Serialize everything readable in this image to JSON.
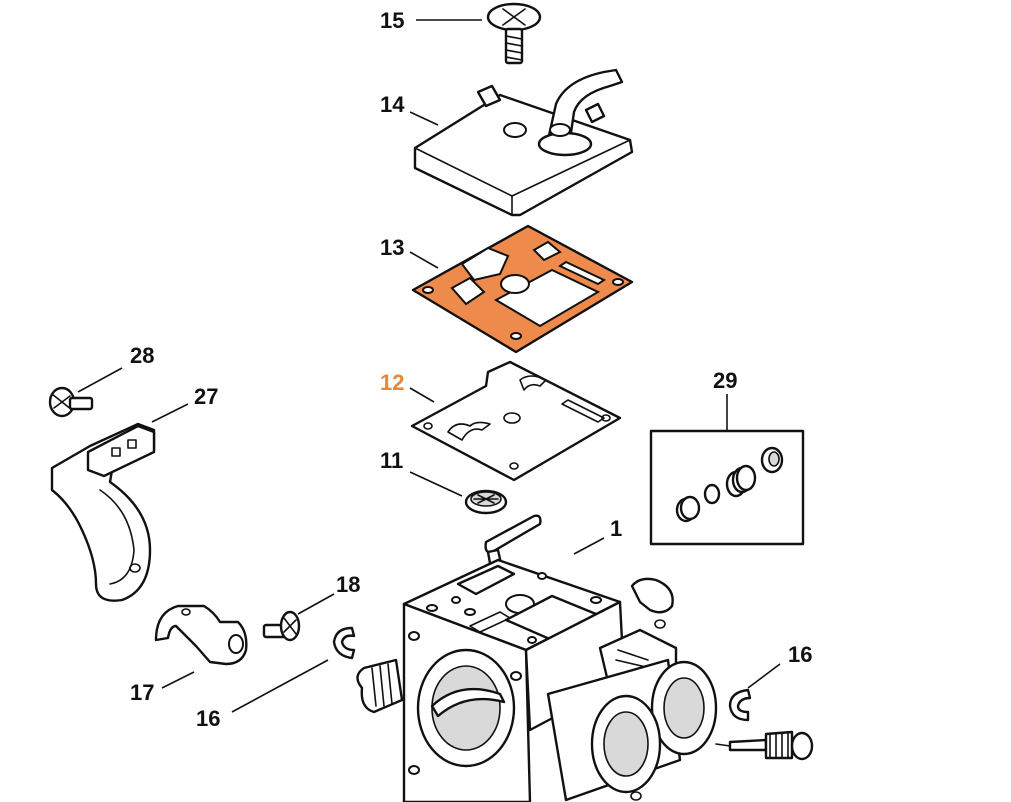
{
  "callouts": {
    "c15": "15",
    "c14": "14",
    "c13": "13",
    "c12": "12",
    "c11": "11",
    "c1": "1",
    "c28": "28",
    "c27": "27",
    "c29": "29",
    "c18": "18",
    "c17": "17",
    "c16a": "16",
    "c16b": "16"
  },
  "colors": {
    "highlight": "#e8873a",
    "gasket_fill": "#ef8a4d",
    "line": "#111111"
  }
}
